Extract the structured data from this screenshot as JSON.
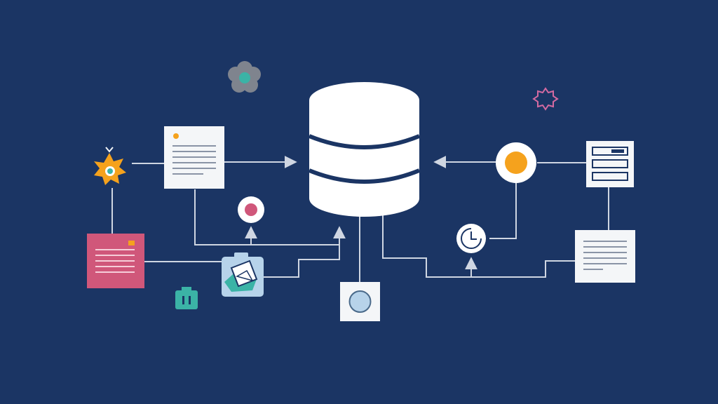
{
  "diagram": {
    "background": "#1b3564",
    "colors": {
      "line": "#cfd6e2",
      "panel": "#f4f6f8",
      "panel_text": "#8a94a6",
      "accent_orange": "#f5a21d",
      "accent_pink": "#d0577a",
      "accent_teal": "#3bb3a6",
      "accent_blue_light": "#b7d3ea",
      "flower_gray": "#7f848e",
      "cog_pink": "#d46aa1",
      "db_band": "#1b3564"
    },
    "nodes": [
      {
        "id": "central-database",
        "icon": "database-icon"
      },
      {
        "id": "leaf-input",
        "icon": "leaf-icon"
      },
      {
        "id": "source-document",
        "icon": "document-icon"
      },
      {
        "id": "pink-form",
        "icon": "form-icon"
      },
      {
        "id": "photo-gallery",
        "icon": "image-icon"
      },
      {
        "id": "record-dot",
        "icon": "record-icon"
      },
      {
        "id": "bottom-node",
        "icon": "circle-node-icon"
      },
      {
        "id": "orange-source",
        "icon": "orange-dot-icon"
      },
      {
        "id": "clock",
        "icon": "clock-icon"
      },
      {
        "id": "settings-panel",
        "icon": "settings-panel-icon"
      },
      {
        "id": "report-document",
        "icon": "document-icon"
      },
      {
        "id": "flower-decoration",
        "icon": "flower-icon"
      },
      {
        "id": "cog-decoration",
        "icon": "cog-icon"
      },
      {
        "id": "plug-decoration",
        "icon": "plug-icon"
      }
    ]
  }
}
